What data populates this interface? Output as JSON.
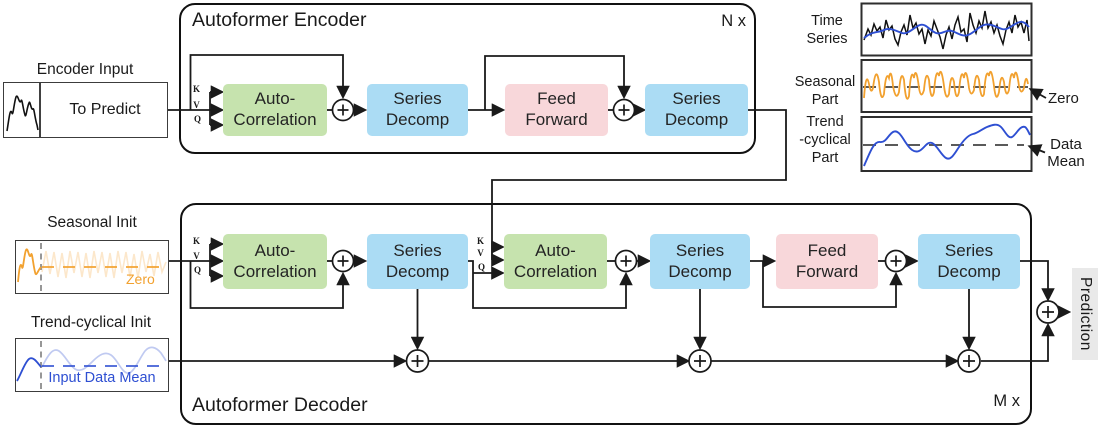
{
  "colors": {
    "green": "#c6e3ae",
    "blue": "#abdcf4",
    "pink": "#f8d7da",
    "gray": "#e9e9e9",
    "orange": "#f2a12f",
    "line_blue": "#2e4fd2",
    "ink": "#1a1a1a"
  },
  "encoder": {
    "title": "Autoformer Encoder",
    "repeat": "N x"
  },
  "decoder": {
    "title": "Autoformer Decoder",
    "repeat": "M x"
  },
  "blocks": {
    "auto_correlation": "Auto-\nCorrelation",
    "series_decomp": "Series\nDecomp",
    "feed_forward": "Feed\nForward"
  },
  "kvq": {
    "k": "K",
    "v": "V",
    "q": "Q"
  },
  "inputs": {
    "encoder_input_label": "Encoder Input",
    "encoder_input_value": "To Predict",
    "seasonal_init_label": "Seasonal Init",
    "seasonal_zero": "Zero",
    "trend_init_label": "Trend-cyclical Init",
    "trend_mean": "Input Data Mean"
  },
  "legend": {
    "time_series": "Time\nSeries",
    "seasonal_part": "Seasonal\nPart",
    "trend_part": "Trend\n-cyclical\nPart",
    "zero": "Zero",
    "data_mean": "Data\nMean"
  },
  "output": {
    "prediction": "Prediction"
  }
}
